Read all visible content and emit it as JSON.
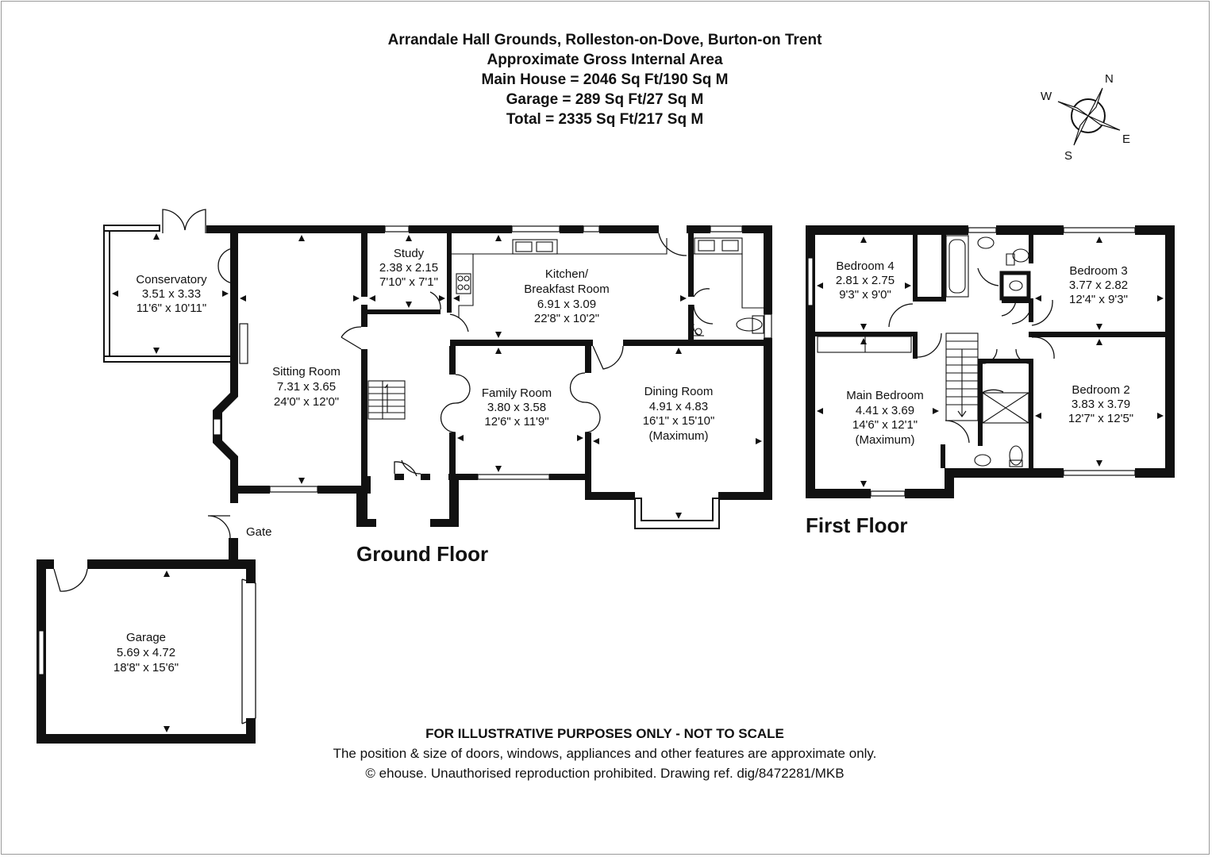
{
  "header": {
    "title": "Arrandale Hall Grounds, Rolleston-on-Dove, Burton-on Trent",
    "area_label": "Approximate Gross Internal Area",
    "main_house": "Main House = 2046 Sq Ft/190 Sq M",
    "garage": "Garage = 289 Sq Ft/27 Sq M",
    "total": "Total = 2335 Sq Ft/217 Sq M"
  },
  "compass": {
    "n": "N",
    "e": "E",
    "s": "S",
    "w": "W"
  },
  "floors": {
    "ground": "Ground Floor",
    "first": "First Floor"
  },
  "gate_label": "Gate",
  "rooms": {
    "conservatory": {
      "name": "Conservatory",
      "metric": "3.51 x 3.33",
      "imperial": "11'6\" x 10'11\""
    },
    "sitting": {
      "name": "Sitting Room",
      "metric": "7.31 x 3.65",
      "imperial": "24'0\" x 12'0\""
    },
    "study": {
      "name": "Study",
      "metric": "2.38 x 2.15",
      "imperial": "7'10\" x 7'1\""
    },
    "kitchen": {
      "name1": "Kitchen/",
      "name2": "Breakfast Room",
      "metric": "6.91 x 3.09",
      "imperial": "22'8\" x 10'2\""
    },
    "family": {
      "name": "Family Room",
      "metric": "3.80 x 3.58",
      "imperial": "12'6\" x 11'9\""
    },
    "dining": {
      "name": "Dining Room",
      "metric": "4.91 x 4.83",
      "imperial": "16'1\" x 15'10\"",
      "note": "(Maximum)"
    },
    "garage": {
      "name": "Garage",
      "metric": "5.69 x 4.72",
      "imperial": "18'8\" x 15'6\""
    },
    "bedroom4": {
      "name": "Bedroom 4",
      "metric": "2.81 x 2.75",
      "imperial": "9'3\" x 9'0\""
    },
    "bedroom3": {
      "name": "Bedroom 3",
      "metric": "3.77 x 2.82",
      "imperial": "12'4\" x 9'3\""
    },
    "main_bedroom": {
      "name": "Main Bedroom",
      "metric": "4.41 x 3.69",
      "imperial": "14'6\" x 12'1\"",
      "note": "(Maximum)"
    },
    "bedroom2": {
      "name": "Bedroom 2",
      "metric": "3.83 x 3.79",
      "imperial": "12'7\" x 12'5\""
    }
  },
  "footer": {
    "disclaimer": "FOR ILLUSTRATIVE PURPOSES ONLY - NOT TO SCALE",
    "note": "The position & size of doors, windows, appliances and other features are approximate only.",
    "copyright": "© ehouse. Unauthorised reproduction prohibited. Drawing ref. dig/8472281/MKB"
  }
}
